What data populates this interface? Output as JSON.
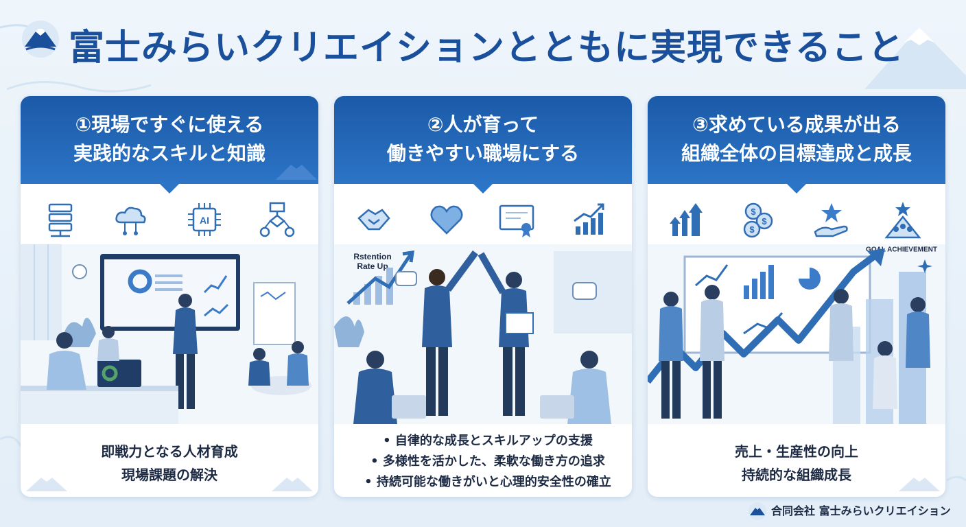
{
  "title": "富士みらいクリエイションとともに実現できること",
  "cards": [
    {
      "title_line1": "①現場ですぐに使える",
      "title_line2": "実践的なスキルと知識",
      "icons": [
        "server-icon",
        "cloud-icon",
        "ai-chip-icon",
        "flowchart-icon"
      ],
      "ai_chip_label": "AI",
      "footer_line1": "即戦力となる人材育成",
      "footer_line2": "現場課題の解決"
    },
    {
      "title_line1": "②人が育って",
      "title_line2": "働きやすい職場にする",
      "icons": [
        "handshake-icon",
        "heart-icon",
        "certificate-icon",
        "growth-chart-icon"
      ],
      "scene_label_line1": "Rstention",
      "scene_label_line2": "Rate Up",
      "bullets": [
        "自律的な成長とスキルアップの支援",
        "多様性を活かした、柔軟な働き方の追求",
        "持続可能な働きがいと心理的安全性の確立"
      ]
    },
    {
      "title_line1": "③求めている成果が出る",
      "title_line2": "組織全体の目標達成と成長",
      "icons": [
        "rising-arrows-icon",
        "coins-icon",
        "star-hand-icon",
        "summit-team-icon"
      ],
      "scene_label": "GOAL ACHIEVEMENT",
      "footer_line1": "売上・生産性の向上",
      "footer_line2": "持続的な組織成長"
    }
  ],
  "brand": "合同会社 富士みらいクリエイション",
  "colors": {
    "primary": "#1a4f9c",
    "header_gradient_top": "#1b5aa8",
    "header_gradient_bottom": "#2c74c6",
    "background": "#eef5fb",
    "illustration": "#2f6db5"
  }
}
